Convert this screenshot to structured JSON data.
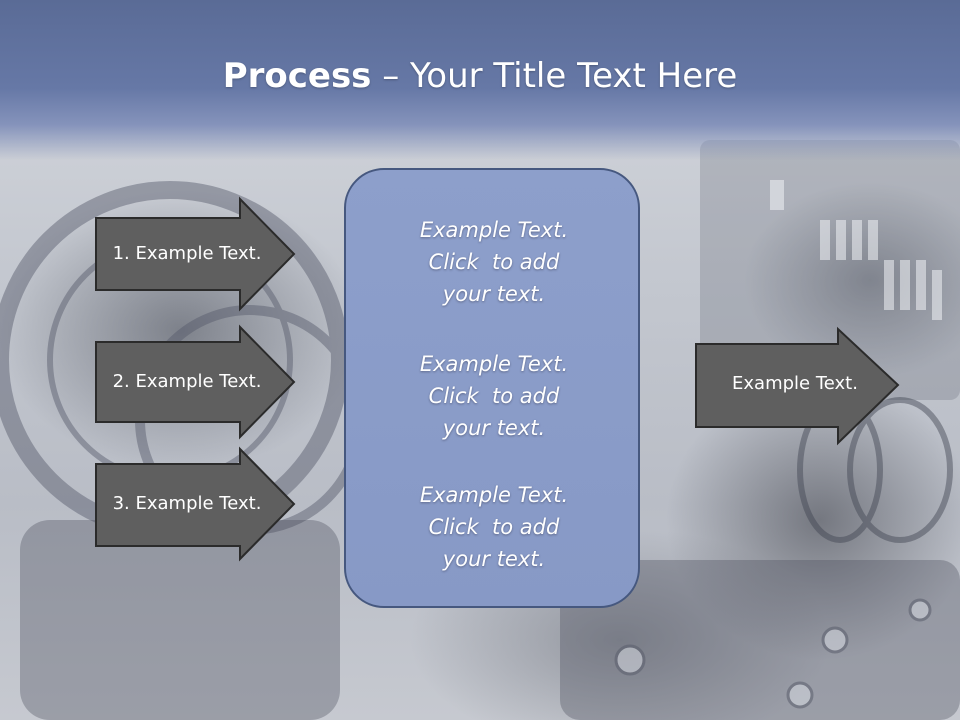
{
  "title": {
    "bold": "Process",
    "rest": " – Your Title Text Here"
  },
  "left_arrows": [
    {
      "label": "1. Example Text."
    },
    {
      "label": "2. Example Text."
    },
    {
      "label": "3. Example Text."
    }
  ],
  "center_box": {
    "paragraphs": [
      {
        "line1": "Example Text.",
        "line2": "Click  to add",
        "line3": "your text."
      },
      {
        "line1": "Example Text.",
        "line2": "Click  to add",
        "line3": "your text."
      },
      {
        "line1": "Example Text.",
        "line2": "Click  to add",
        "line3": "your text."
      }
    ]
  },
  "right_arrow": {
    "label": "Example Text."
  },
  "colors": {
    "arrow_fill": "#5f5f5f",
    "arrow_stroke": "#2b2b2b",
    "box_fill": "#8a9cc8",
    "title_band": "#5f71a0"
  }
}
